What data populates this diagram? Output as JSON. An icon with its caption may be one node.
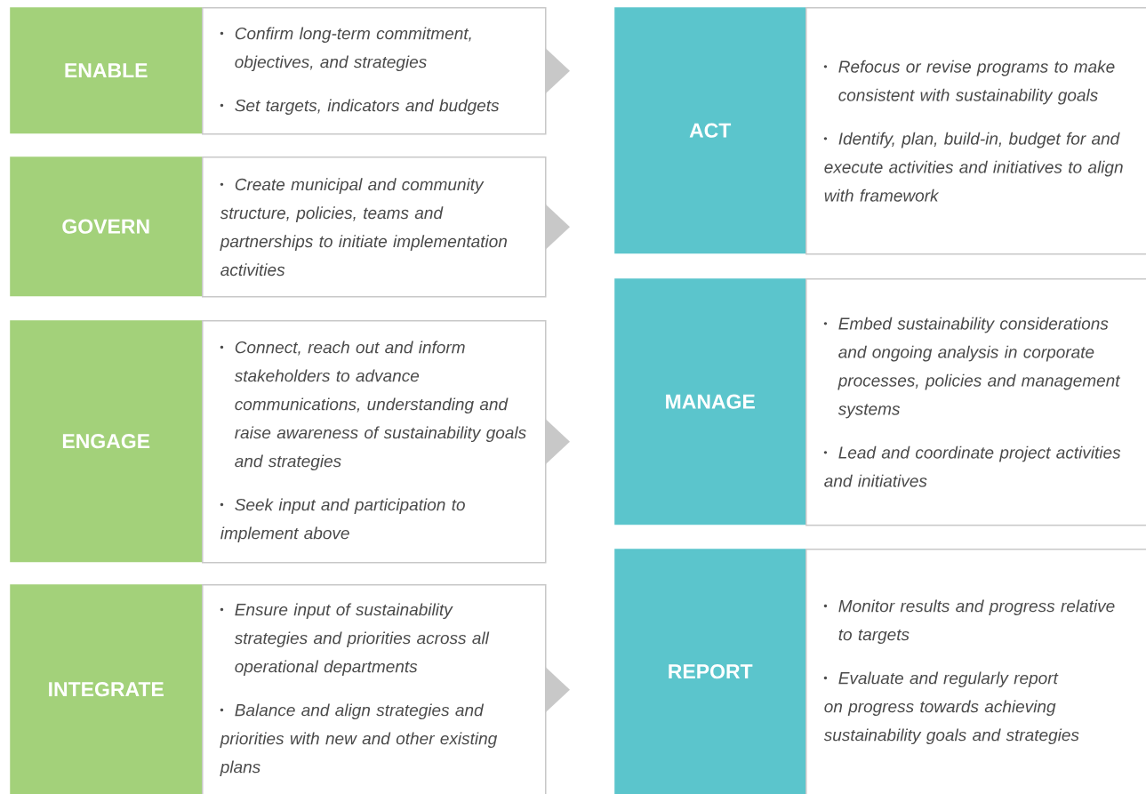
{
  "diagram": {
    "nodes": [
      {
        "text": [
          "ENABLE"
        ]
      },
      {
        "text": [
          "Confirm long-term commitment, objectives, and strategies",
          "Set targets, indicators and budgets"
        ]
      },
      {
        "text": [
          "GOVERN"
        ]
      },
      {
        "text": [
          "Create municipal and community structure, policies, teams and partnerships to initiate implementation activities"
        ]
      },
      {
        "text": [
          "ENGAGE"
        ]
      },
      {
        "text": [
          "Connect, reach out and inform stakeholders to advance communications, understanding and raise awareness of sustainability goals and strategies",
          "Seek input and participation to implement above"
        ]
      },
      {
        "text": [
          "INTEGRATE"
        ]
      },
      {
        "text": [
          "Ensure input of sustainability strategies and priorities across all operational departments",
          "Balance and align strategies and priorities with new and other existing plans"
        ]
      },
      {
        "text": [
          "ACT"
        ]
      },
      {
        "text": [
          "Refocus or revise programs to make consistent with sustainability goals",
          "Identify, plan, build-in, budget for and execute activities and initiatives to align with framework"
        ]
      },
      {
        "text": [
          "MANAGE"
        ]
      },
      {
        "text": [
          "Embed sustainability considerations and ongoing analysis in corporate processes, policies and management systems",
          "Lead and coordinate project activities and initiatives"
        ]
      },
      {
        "text": [
          "REPORT"
        ]
      },
      {
        "text": [
          "Monitor results and progress relative to targets",
          "Evaluate and regularly report on progress towards achieving sustainability goals and strategies"
        ]
      }
    ],
    "edges": [
      {
        "from": 1,
        "to": 8,
        "arrow": "to"
      },
      {
        "from": 3,
        "to": 8,
        "arrow": "to"
      },
      {
        "from": 5,
        "to": 10,
        "arrow": "to"
      },
      {
        "from": 7,
        "to": 12,
        "arrow": "to"
      }
    ]
  }
}
